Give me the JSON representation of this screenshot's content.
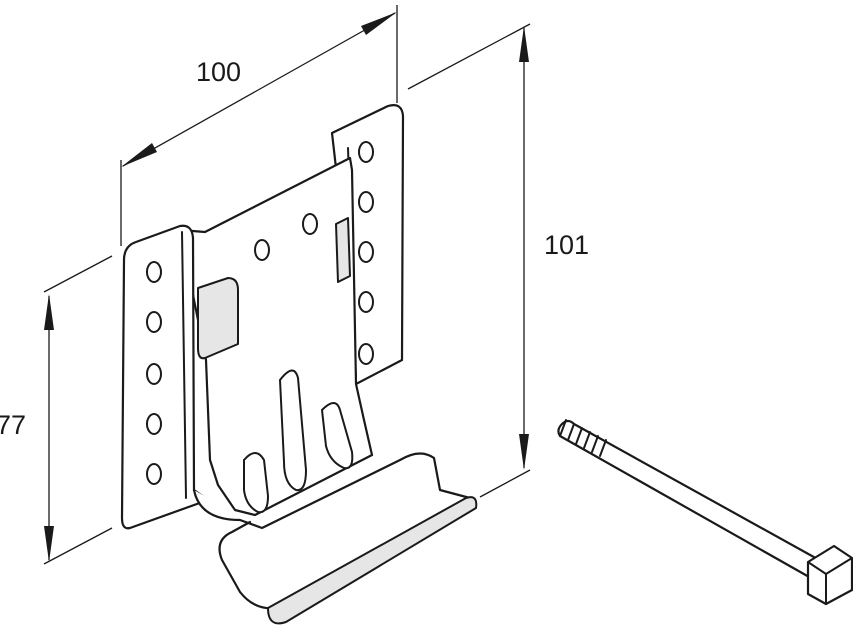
{
  "dimensions": {
    "width": "100",
    "height_overall": "101",
    "height_plate": "77"
  },
  "colors": {
    "line": "#1a1a1a",
    "background": "#ffffff",
    "shade": "#e6e6e6"
  }
}
